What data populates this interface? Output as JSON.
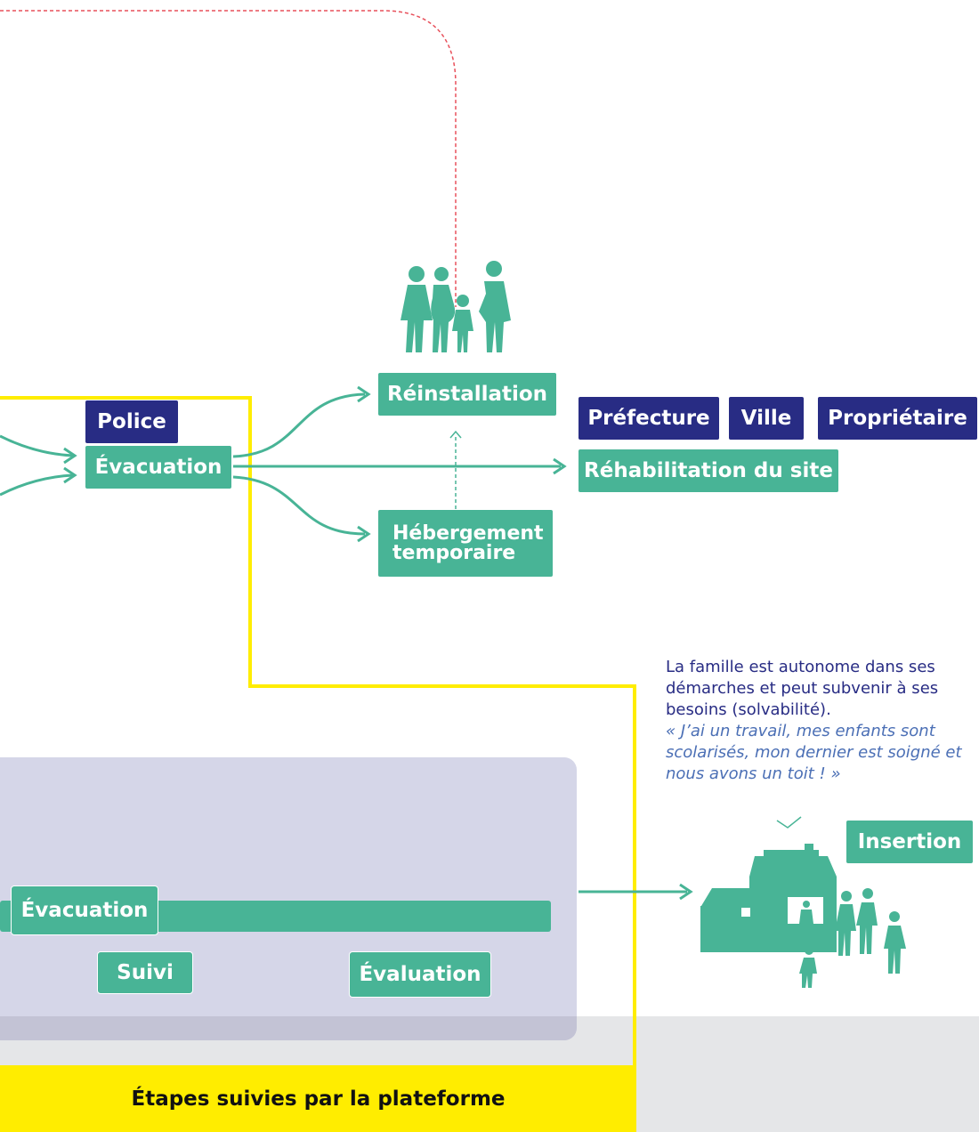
{
  "actors": {
    "police": "Police",
    "prefecture": "Préfecture",
    "ville": "Ville",
    "proprietaire": "Propriétaire"
  },
  "steps": {
    "evacuation": "Évacuation",
    "reinstallation": "Réinstallation",
    "hebergement_line1": "Hébergement",
    "hebergement_line2": "temporaire",
    "rehabilitation": "Réhabilitation du site",
    "insertion": "Insertion"
  },
  "timeline": {
    "evacuation": "Évacuation",
    "suivi": "Suivi",
    "evaluation": "Évaluation"
  },
  "note": {
    "text": "La famille est autonome dans ses démarches et peut subvenir à ses besoins (solvabilité).",
    "quote": "« J’ai un travail, mes enfants sont scolarisés, mon dernier est soigné et nous avons un toit ! »"
  },
  "footer": {
    "label": "Étapes suivies par la plateforme"
  },
  "colors": {
    "green": "#48b496",
    "navy": "#282c84",
    "yellow": "#ffed00",
    "red_dashed": "#e8505b",
    "panel": "#d5d6e8"
  },
  "icons": [
    "family-icon",
    "house-icon",
    "family-small-icon"
  ]
}
